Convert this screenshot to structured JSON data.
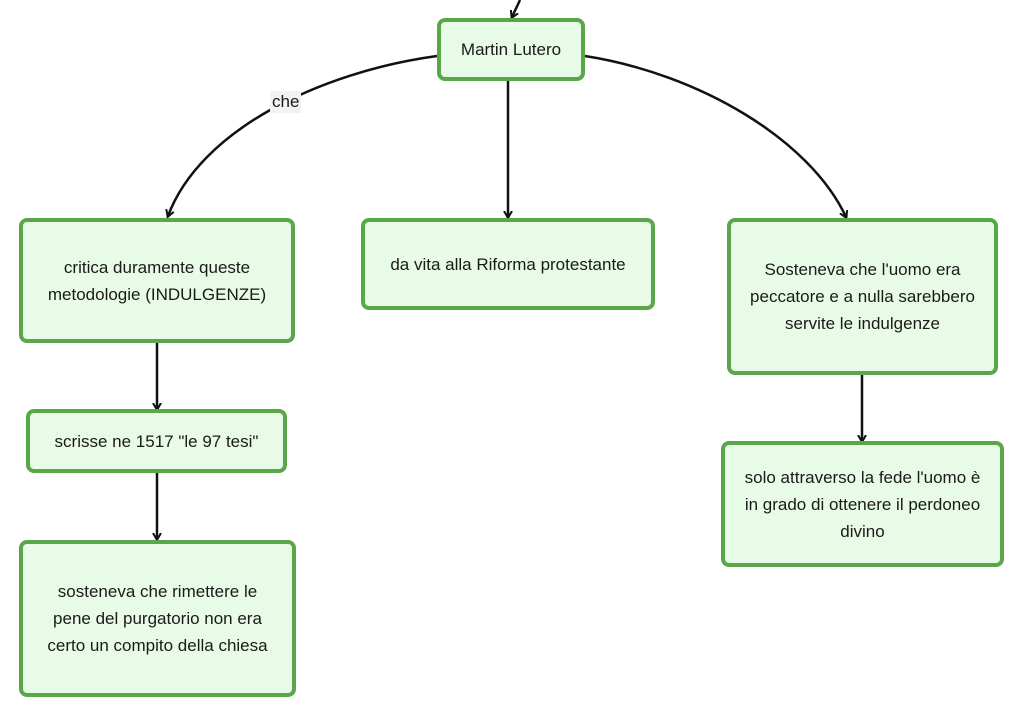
{
  "diagram": {
    "root": "Martin Lutero",
    "edge_label_che": "che",
    "nodes": {
      "critica": "critica duramente queste metodologie (INDULGENZE)",
      "scrisse": "scrisse ne 1517 \"le 97 tesi\"",
      "sosteneva_chiesa": "sosteneva che rimettere le pene del purgatorio non era certo un compito della chiesa",
      "riforma": "da vita alla Riforma protestante",
      "peccatore": "Sosteneva che l'uomo era peccatore e a nulla sarebbero servite le indulgenze",
      "fede": "solo attraverso la fede l'uomo è in grado di ottenere il perdoneo divino"
    },
    "colors": {
      "node_fill": "#e8fbe6",
      "node_border": "#5aa74b",
      "edge": "#111111",
      "label_bg": "#f2f2f2"
    }
  }
}
